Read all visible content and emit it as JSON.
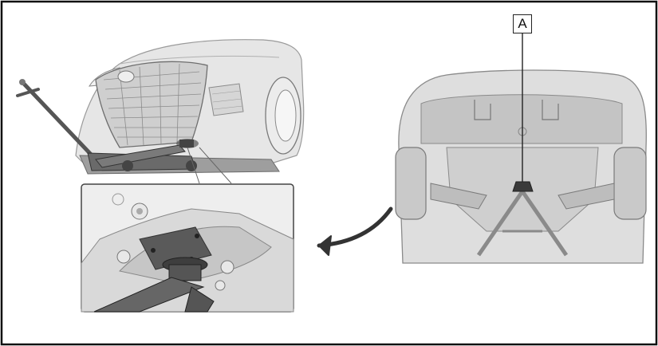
{
  "callout": {
    "label": "A"
  },
  "colors": {
    "border": "#111111",
    "car_body": "#dcdcdc",
    "underbody": "#c8c8c8",
    "underbody_dark": "#a9a9a9",
    "jack_point": "#3a3a3a",
    "jack": "#5a5a5a",
    "arrow": "#333333"
  },
  "icons": [
    "front-car-on-jack-illustration",
    "jack-point-closeup-illustration",
    "underbody-view-illustration",
    "curved-arrow-icon"
  ]
}
